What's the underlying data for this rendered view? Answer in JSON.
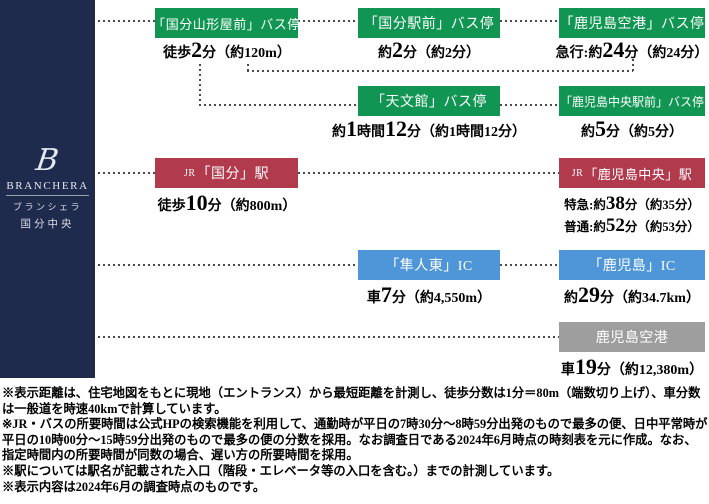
{
  "brand": {
    "logo_mark": "B",
    "name": "BRANCHERA",
    "kana": "ブランシェラ",
    "property": "国分中央"
  },
  "colors": {
    "navy": "#1e2b4c",
    "bus_green": "#109552",
    "station_red": "#b23a4d",
    "ic_blue": "#4e96d8",
    "airport_gray": "#9e9e9e",
    "dotted_line": "#4a4a4a"
  },
  "nodes": [
    {
      "id": "bus-kokubu-yamakataya-mae",
      "label": "「国分山形屋前」バス停",
      "cap": [
        "徒歩",
        "2",
        "分（約120m）"
      ]
    },
    {
      "id": "bus-kokubu-ekimae",
      "label": "「国分駅前」バス停",
      "cap": [
        "約",
        "2",
        "分（約2分）"
      ]
    },
    {
      "id": "bus-kagoshima-kuko",
      "label": "「鹿児島空港」バス停",
      "cap": [
        "急行:約",
        "24",
        "分（約24分）"
      ]
    },
    {
      "id": "bus-tenmonkan",
      "label": "「天文館」バス停",
      "cap": [
        "約",
        "1",
        "時間",
        "12",
        "分（約1時間12分）"
      ]
    },
    {
      "id": "bus-kagoshima-chuo-ekimae",
      "label": "「鹿児島中央駅前」バス停",
      "cap": [
        "約",
        "5",
        "分（約5分）"
      ]
    },
    {
      "id": "jr-kokubu-station",
      "label_prefix": "JR",
      "label": "「国分」駅",
      "cap": [
        "徒歩",
        "10",
        "分（約800m）"
      ]
    },
    {
      "id": "jr-kagoshima-chuo-station",
      "label_prefix": "JR",
      "label": "「鹿児島中央」駅",
      "cap": [
        [
          "特急:約",
          "38",
          "分（約35分）"
        ],
        [
          "普通:約",
          "52",
          "分（約53分）"
        ]
      ]
    },
    {
      "id": "ic-hayato-higashi",
      "label": "「隼人東」IC",
      "cap": [
        "車",
        "7",
        "分（約4,550m）"
      ]
    },
    {
      "id": "ic-kagoshima",
      "label": "「鹿児島」IC",
      "cap": [
        "約",
        "29",
        "分（約34.7km）"
      ]
    },
    {
      "id": "kagoshima-airport",
      "label": "鹿児島空港",
      "cap": [
        "車",
        "19",
        "分（約12,380m）"
      ]
    }
  ],
  "notes": [
    "※表示距離は、住宅地図をもとに現地（エントランス）から最短距離を計測し、徒歩分数は1分＝80m（端数切り上げ）、車分数は一般道を時速40kmで計算しています。",
    "※JR・バスの所要時間は公式HPの検索機能を利用して、通勤時が平日の7時30分～8時59分出発のもので最多の便、日中平常時が平日の10時00分～15時59分出発のもので最多の便の分数を採用。なお調査日である2024年6月時点の時刻表を元に作成。なお、指定時間内の所要時間が同数の場合、遅い方の所要時間を採用。",
    "※駅については駅名が記載された入口（階段・エレベータ等の入口を含む。）までの計測しています。",
    "※表示内容は2024年6月の調査時点のものです。"
  ]
}
